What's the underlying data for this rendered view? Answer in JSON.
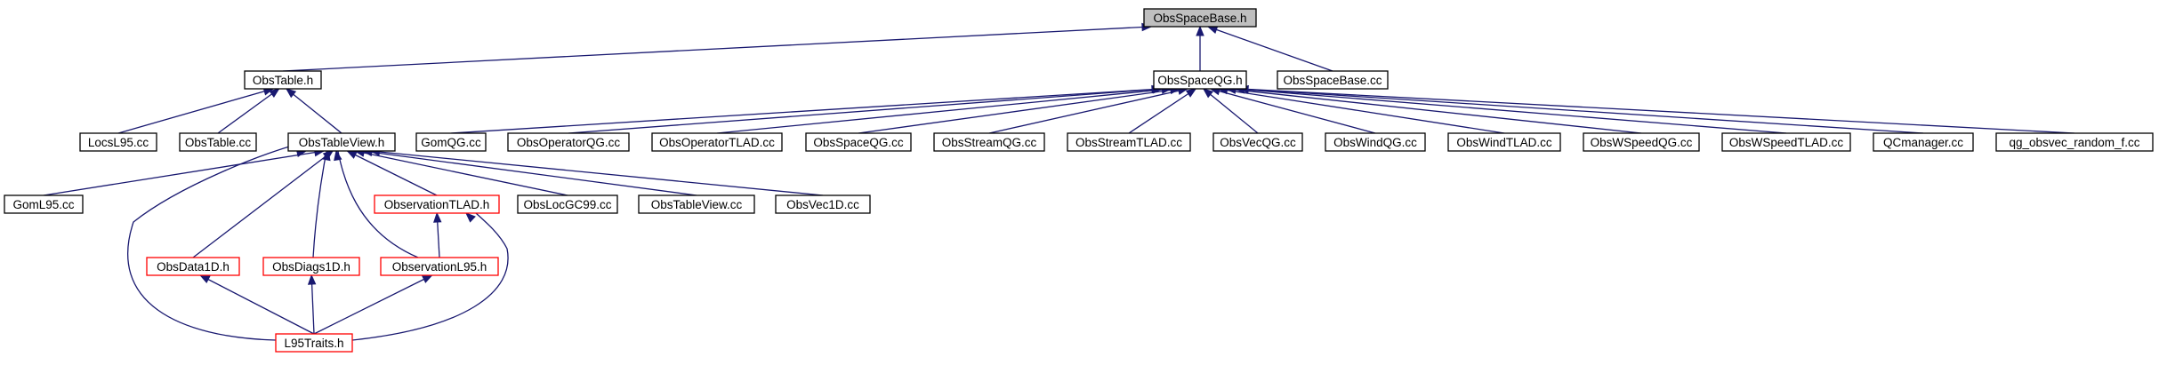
{
  "colors": {
    "edge": "#191970",
    "focus_fill": "#bfbfbf",
    "node_fill": "#ffffff",
    "border_complete": "#000000",
    "border_incomplete": "#ff0000"
  },
  "nodes": [
    {
      "id": "obsspacebase_h",
      "label": "ObsSpaceBase.h",
      "style": "focus"
    },
    {
      "id": "obstable_h",
      "label": "ObsTable.h",
      "style": "complete"
    },
    {
      "id": "obsspaceqg_h",
      "label": "ObsSpaceQG.h",
      "style": "complete"
    },
    {
      "id": "obsspacebase_cc",
      "label": "ObsSpaceBase.cc",
      "style": "complete"
    },
    {
      "id": "locsl95_cc",
      "label": "LocsL95.cc",
      "style": "complete"
    },
    {
      "id": "obstable_cc",
      "label": "ObsTable.cc",
      "style": "complete"
    },
    {
      "id": "obstableview_h",
      "label": "ObsTableView.h",
      "style": "complete"
    },
    {
      "id": "gomqg_cc",
      "label": "GomQG.cc",
      "style": "complete"
    },
    {
      "id": "obsoperatorqg_cc",
      "label": "ObsOperatorQG.cc",
      "style": "complete"
    },
    {
      "id": "obsoperatortlad_cc",
      "label": "ObsOperatorTLAD.cc",
      "style": "complete"
    },
    {
      "id": "obsspaceqg_cc",
      "label": "ObsSpaceQG.cc",
      "style": "complete"
    },
    {
      "id": "obsstreamqg_cc",
      "label": "ObsStreamQG.cc",
      "style": "complete"
    },
    {
      "id": "obsstreamtlad_cc",
      "label": "ObsStreamTLAD.cc",
      "style": "complete"
    },
    {
      "id": "obsvecqg_cc",
      "label": "ObsVecQG.cc",
      "style": "complete"
    },
    {
      "id": "obswindqg_cc",
      "label": "ObsWindQG.cc",
      "style": "complete"
    },
    {
      "id": "obswindtlad_cc",
      "label": "ObsWindTLAD.cc",
      "style": "complete"
    },
    {
      "id": "obswspeedqg_cc",
      "label": "ObsWSpeedQG.cc",
      "style": "complete"
    },
    {
      "id": "obswspeedtlad_cc",
      "label": "ObsWSpeedTLAD.cc",
      "style": "complete"
    },
    {
      "id": "qcmanager_cc",
      "label": "QCmanager.cc",
      "style": "complete"
    },
    {
      "id": "qg_obsvec_random_f_cc",
      "label": "qg_obsvec_random_f.cc",
      "style": "complete"
    },
    {
      "id": "goml95_cc",
      "label": "GomL95.cc",
      "style": "complete"
    },
    {
      "id": "observationtlad_h",
      "label": "ObservationTLAD.h",
      "style": "incomplete"
    },
    {
      "id": "obslocgc99_cc",
      "label": "ObsLocGC99.cc",
      "style": "complete"
    },
    {
      "id": "obstableview_cc",
      "label": "ObsTableView.cc",
      "style": "complete"
    },
    {
      "id": "obsvec1d_cc",
      "label": "ObsVec1D.cc",
      "style": "complete"
    },
    {
      "id": "obsdata1d_h",
      "label": "ObsData1D.h",
      "style": "incomplete"
    },
    {
      "id": "obsdiags1d_h",
      "label": "ObsDiags1D.h",
      "style": "incomplete"
    },
    {
      "id": "observationl95_h",
      "label": "ObservationL95.h",
      "style": "incomplete"
    },
    {
      "id": "l95traits_h",
      "label": "L95Traits.h",
      "style": "incomplete"
    }
  ],
  "edges": [
    {
      "from": "obstable_h",
      "to": "obsspacebase_h"
    },
    {
      "from": "obsspaceqg_h",
      "to": "obsspacebase_h"
    },
    {
      "from": "obsspacebase_cc",
      "to": "obsspacebase_h"
    },
    {
      "from": "locsl95_cc",
      "to": "obstable_h"
    },
    {
      "from": "obstable_cc",
      "to": "obstable_h"
    },
    {
      "from": "obstableview_h",
      "to": "obstable_h"
    },
    {
      "from": "gomqg_cc",
      "to": "obsspaceqg_h"
    },
    {
      "from": "obsoperatorqg_cc",
      "to": "obsspaceqg_h"
    },
    {
      "from": "obsoperatortlad_cc",
      "to": "obsspaceqg_h"
    },
    {
      "from": "obsspaceqg_cc",
      "to": "obsspaceqg_h"
    },
    {
      "from": "obsstreamqg_cc",
      "to": "obsspaceqg_h"
    },
    {
      "from": "obsstreamtlad_cc",
      "to": "obsspaceqg_h"
    },
    {
      "from": "obsvecqg_cc",
      "to": "obsspaceqg_h"
    },
    {
      "from": "obswindqg_cc",
      "to": "obsspaceqg_h"
    },
    {
      "from": "obswindtlad_cc",
      "to": "obsspaceqg_h"
    },
    {
      "from": "obswspeedqg_cc",
      "to": "obsspaceqg_h"
    },
    {
      "from": "obswspeedtlad_cc",
      "to": "obsspaceqg_h"
    },
    {
      "from": "qcmanager_cc",
      "to": "obsspaceqg_h"
    },
    {
      "from": "qg_obsvec_random_f_cc",
      "to": "obsspaceqg_h"
    },
    {
      "from": "goml95_cc",
      "to": "obstableview_h"
    },
    {
      "from": "observationtlad_h",
      "to": "obstableview_h"
    },
    {
      "from": "obslocgc99_cc",
      "to": "obstableview_h"
    },
    {
      "from": "obstableview_cc",
      "to": "obstableview_h"
    },
    {
      "from": "obsvec1d_cc",
      "to": "obstableview_h"
    },
    {
      "from": "obsdata1d_h",
      "to": "obstableview_h"
    },
    {
      "from": "obsdiags1d_h",
      "to": "obstableview_h"
    },
    {
      "from": "observationl95_h",
      "to": "obstableview_h"
    },
    {
      "from": "l95traits_h",
      "to": "obstableview_h"
    },
    {
      "from": "observationl95_h",
      "to": "observationtlad_h"
    },
    {
      "from": "l95traits_h",
      "to": "observationtlad_h"
    },
    {
      "from": "l95traits_h",
      "to": "obsdata1d_h"
    },
    {
      "from": "l95traits_h",
      "to": "obsdiags1d_h"
    },
    {
      "from": "l95traits_h",
      "to": "observationl95_h"
    }
  ]
}
